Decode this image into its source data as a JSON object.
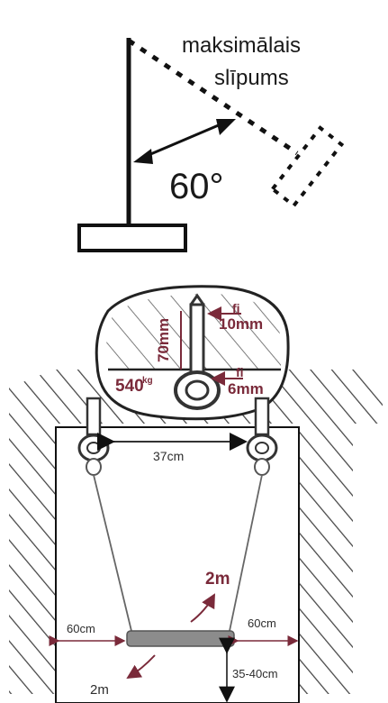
{
  "top": {
    "title_line1": "maksimālais",
    "title_line2": "slīpums",
    "angle": "60°"
  },
  "bottom": {
    "fi_top": "fi",
    "diameter_top": "10mm",
    "length": "70mm",
    "fi_bottom": "fi",
    "diameter_bottom": "6mm",
    "weight": "540",
    "spacing": "37cm",
    "rope_length": "2m",
    "clearance_left": "60cm",
    "clearance_right": "60cm",
    "seat_height": "35-40cm",
    "swing_length": "2m"
  },
  "colors": {
    "ink": "#111111",
    "annotation": "#7a2a3a",
    "seat": "#8c8c8c",
    "hatch": "#222222"
  }
}
